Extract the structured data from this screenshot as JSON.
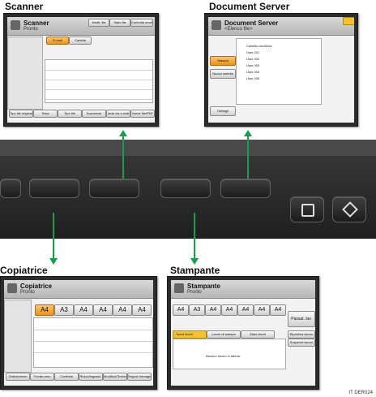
{
  "titles": {
    "scanner": "Scanner",
    "document_server": "Document Server",
    "copiatrice": "Copiatrice",
    "stampante": "Stampante"
  },
  "scanner_screen": {
    "header": "Scanner",
    "status": "Pronto",
    "tab_email": "E-mail",
    "tab_folder": "Cartella",
    "buttons": [
      "Modif. file",
      "Stato file",
      "Controlla modif."
    ],
    "bottom_buttons": [
      "Tipo file originale",
      "Testo",
      "Tipo file",
      "Scansione",
      "Invia via e-mail",
      "Nome file/PDF"
    ]
  },
  "docserver_screen": {
    "header": "Document Server",
    "sub": "<Elenco file>",
    "folder_title": "Cartella condivisa",
    "rows": [
      "User 001",
      "User 002",
      "User 003",
      "User 004",
      "User 005"
    ],
    "side_buttons": [
      "Stampa",
      "Nuova cartella"
    ],
    "bottom_button": "Dettagli"
  },
  "copier_screen": {
    "header": "Copiatrice",
    "status": "Pronto",
    "paper_sizes": [
      "A4",
      "A3",
      "A4",
      "A4",
      "A4",
      "A4"
    ],
    "bottom_buttons": [
      "Ordinamento",
      "Fronte-retro",
      "Combina",
      "Riduci/Ingrand.",
      "Modifica/Timbro",
      "Regola Immagine"
    ]
  },
  "printer_screen": {
    "header": "Stampante",
    "status": "Pronto",
    "paper_sizes": [
      "A4",
      "A3",
      "A4",
      "A4",
      "A4",
      "A4",
      "A4"
    ],
    "tabs": [
      "Spool lavori",
      "Lavori di stampa",
      "Stato lavori"
    ],
    "empty_message": "Nessun lavoro in attesa.",
    "side_buttons": [
      "Ripristina lavoro",
      "Sospendi lavoro"
    ],
    "big_button": "Passat. lav."
  },
  "footer_code": "IT DER024"
}
